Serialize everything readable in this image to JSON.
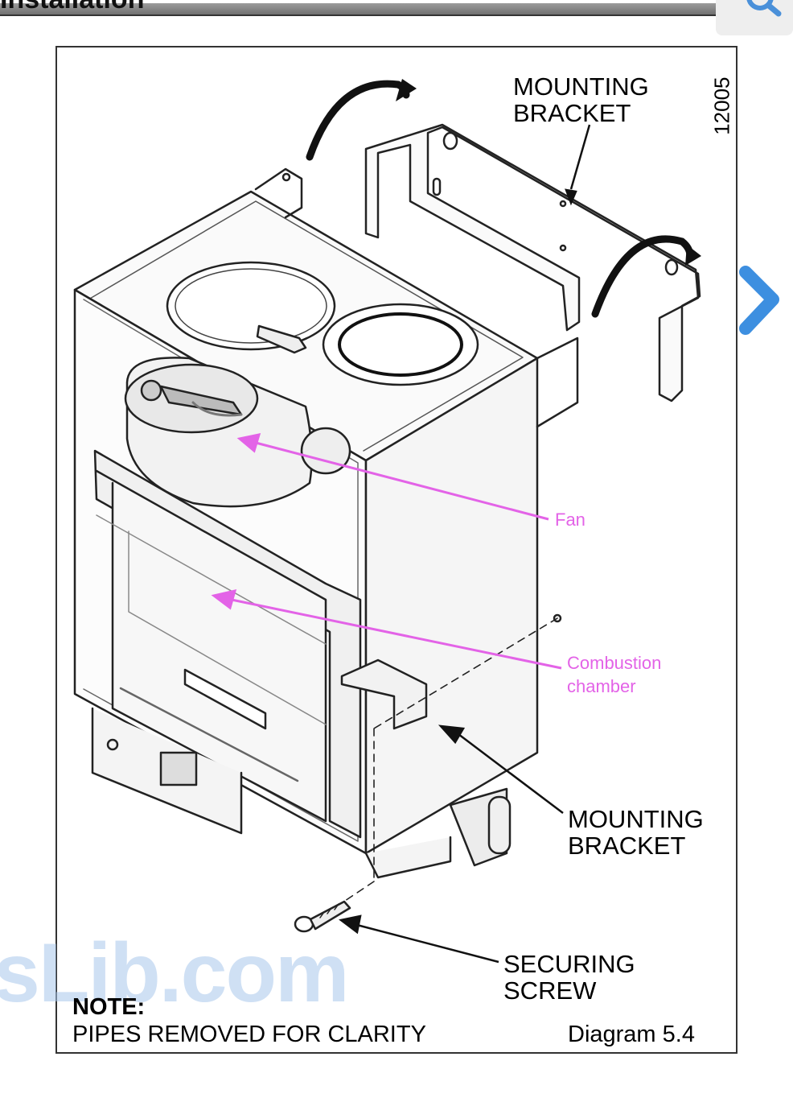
{
  "header": {
    "title": "Installation"
  },
  "diagram": {
    "id_number": "12005",
    "labels": {
      "mounting_bracket_top_line1": "MOUNTING",
      "mounting_bracket_top_line2": "BRACKET",
      "mounting_bracket_bottom_line1": "MOUNTING",
      "mounting_bracket_bottom_line2": "BRACKET",
      "securing_screw_line1": "SECURING",
      "securing_screw_line2": "SCREW",
      "note_heading": "NOTE:",
      "note_text": "PIPES REMOVED FOR CLARITY",
      "caption": "Diagram 5.4"
    },
    "annotations": {
      "fan": "Fan",
      "combustion_line1": "Combustion",
      "combustion_line2": "chamber",
      "color": "#e363e7"
    }
  },
  "watermark": "sLib.com",
  "icons": {
    "search": "search-icon",
    "next": "chevron-right-icon"
  }
}
